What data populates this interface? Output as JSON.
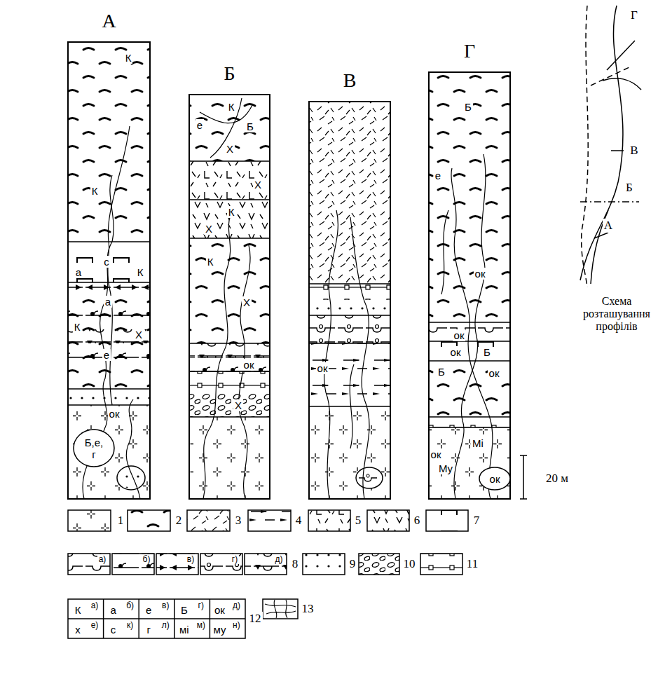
{
  "diagram": {
    "nodes": [
      {
        "text": [
          "А",
          "К",
          "К",
          "с",
          "а",
          "К",
          "а",
          "К",
          "Х",
          "е",
          "ок"
        ]
      },
      {
        "text": [
          "Б,е, г"
        ],
        "in": 0
      },
      {
        "text": [
          "Б",
          "К",
          "е",
          "Б",
          "Х",
          "Х",
          "К",
          "Х",
          "К",
          "Х",
          "ок",
          "Х"
        ]
      },
      {
        "text": [
          "В",
          "ок"
        ]
      },
      {
        "text": [
          "Г",
          "Б",
          "е",
          "ок",
          "ок",
          "ок",
          "Б",
          "Б",
          "ок",
          "Мі",
          "ок",
          "Му"
        ]
      },
      {
        "text": [
          "ок"
        ],
        "in": 4
      }
    ],
    "labels": [
      "Г",
      "В",
      "Б",
      "А",
      "Схема розташування профілів",
      "20 м",
      "а)",
      "б)",
      "в)",
      "г)",
      "д)",
      "К",
      "а)",
      "а",
      "б)",
      "е",
      "в)",
      "Б",
      "г)",
      "ок",
      "д)",
      "х",
      "е)",
      "с",
      "к)",
      "г",
      "л)",
      "мі",
      "м)",
      "му",
      "н)"
    ],
    "legend": [
      {
        "text": "1"
      },
      {
        "text": "2"
      },
      {
        "text": "3"
      },
      {
        "text": "4"
      },
      {
        "text": "5"
      },
      {
        "text": "6"
      },
      {
        "text": "7"
      },
      {
        "text": "8"
      },
      {
        "text": "9"
      },
      {
        "text": "10"
      },
      {
        "text": "11"
      },
      {
        "text": "12"
      },
      {
        "text": "13"
      }
    ]
  }
}
